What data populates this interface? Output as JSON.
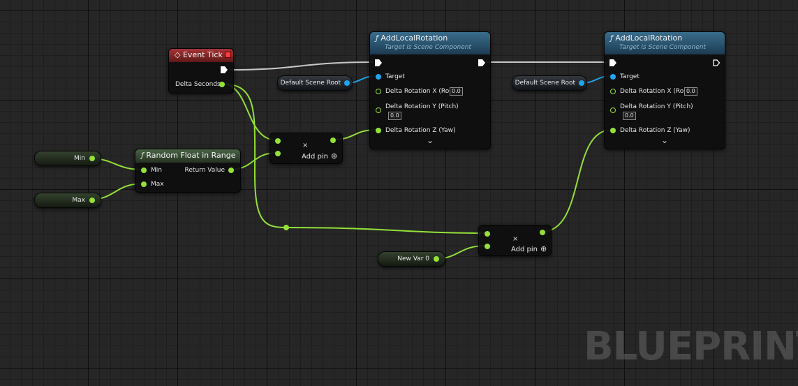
{
  "event_tick": {
    "title": "Event Tick",
    "delta_label": "Delta Seconds"
  },
  "random_float": {
    "title": "Random Float in Range",
    "min_label": "Min",
    "max_label": "Max",
    "return_label": "Return Value"
  },
  "var_min": {
    "label": "Min"
  },
  "var_max": {
    "label": "Max"
  },
  "var_new": {
    "label": "New Var 0"
  },
  "scene_root_1": {
    "label": "Default Scene Root"
  },
  "scene_root_2": {
    "label": "Default Scene Root"
  },
  "add_node_1": {
    "add_pin_label": "Add pin",
    "op": "×"
  },
  "add_node_2": {
    "add_pin_label": "Add pin",
    "op": "×"
  },
  "rotation_1": {
    "title": "AddLocalRotation",
    "subtitle": "Target is Scene Component",
    "target_label": "Target",
    "x_label": "Delta Rotation X (Roll)",
    "x_value": "0.0",
    "y_label": "Delta Rotation Y (Pitch)",
    "y_value": "0.0",
    "z_label": "Delta Rotation Z (Yaw)"
  },
  "rotation_2": {
    "title": "AddLocalRotation",
    "subtitle": "Target is Scene Component",
    "target_label": "Target",
    "x_label": "Delta Rotation X (Roll)",
    "x_value": "0.0",
    "y_label": "Delta Rotation Y (Pitch)",
    "y_value": "0.0",
    "z_label": "Delta Rotation Z (Yaw)"
  },
  "icons": {
    "function": "ƒ",
    "event": "◇",
    "add_pin": "⊕",
    "expand": "⌄"
  },
  "watermark": "BLUEPRINT",
  "colors": {
    "float_pin": "#94e138",
    "object_pin": "#20a5ef",
    "exec_wire": "#d8d8d8",
    "event_header": "#a63535",
    "function_header": "#3a6d8c"
  }
}
